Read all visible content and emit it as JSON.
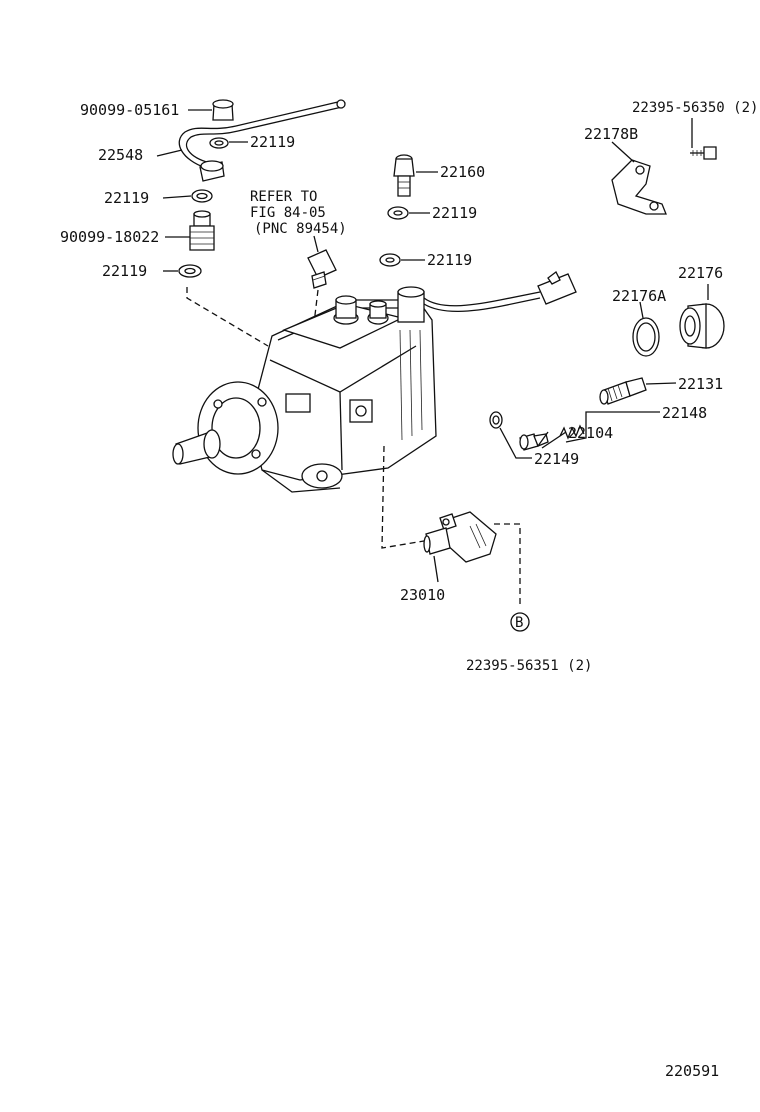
{
  "labels": {
    "l_90099_05161": "90099-05161",
    "l_22548": "22548",
    "l_22119_a": "22119",
    "l_22119_b": "22119",
    "l_90099_18022": "90099-18022",
    "l_22119_c": "22119",
    "l_22160": "22160",
    "l_22119_d": "22119",
    "l_22119_e": "22119",
    "refer_line1": "REFER TO",
    "refer_line2": "FIG 84-05",
    "refer_line3": "(PNC 89454)",
    "l_22395_56350": "22395-56350 (2)",
    "l_22178B": "22178B",
    "l_22176": "22176",
    "l_22176A": "22176A",
    "l_22131": "22131",
    "l_22148": "22148",
    "l_22104": "22104",
    "l_22149": "22149",
    "l_23010": "23010",
    "callout_B": "B",
    "l_22395_56351": "22395-56351 (2)",
    "diagram_id": "220591"
  }
}
